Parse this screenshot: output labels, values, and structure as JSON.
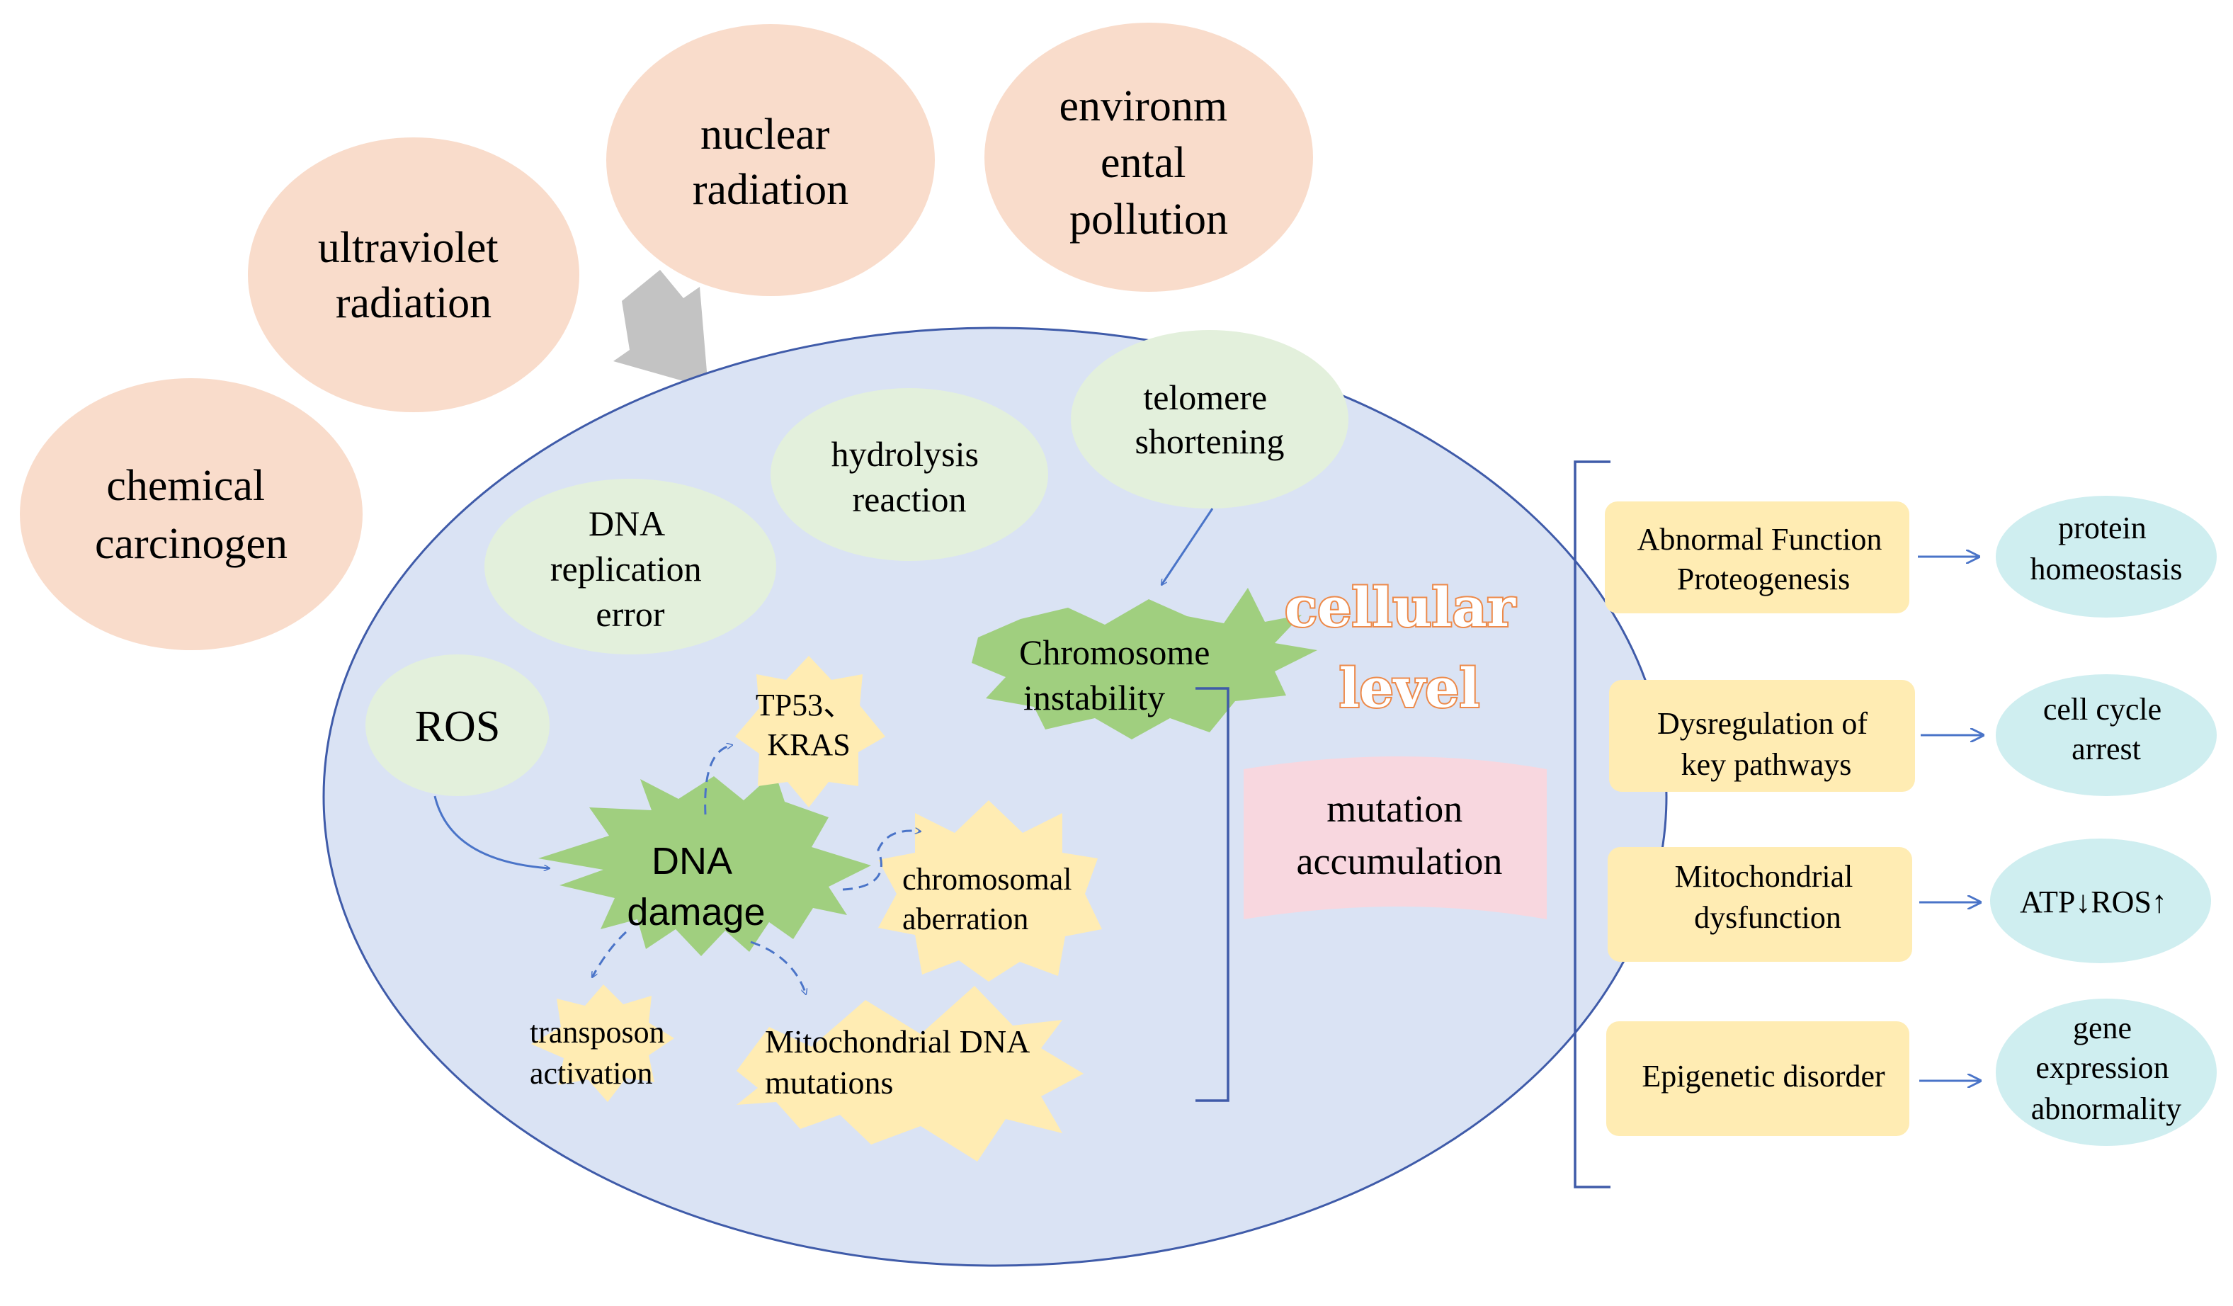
{
  "external_factors": {
    "chemical": [
      "chemical",
      "carcinogen"
    ],
    "ultraviolet": [
      "ultraviolet",
      "radiation"
    ],
    "nuclear": [
      "nuclear",
      "radiation"
    ],
    "environmental": [
      "environm",
      "ental",
      "pollution"
    ]
  },
  "cell": {
    "sources": {
      "dna_replication": [
        "DNA",
        "replication",
        "error"
      ],
      "hydrolysis": [
        "hydrolysis",
        "reaction"
      ],
      "telomere": [
        "telomere",
        "shortening"
      ],
      "ros": "ROS"
    },
    "chromosome_instability": [
      "Chromosome",
      "instability"
    ],
    "dna_damage": [
      "DNA",
      "damage"
    ],
    "consequences": {
      "tp53_kras": [
        "TP53、",
        "KRAS"
      ],
      "chromosomal_aberration": [
        "chromosomal",
        "aberration"
      ],
      "transposon_activation": [
        "transposon",
        "activation"
      ],
      "mitochondrial_dna_mutations": [
        "Mitochondrial DNA",
        "mutations"
      ]
    },
    "level_label": [
      "cellular",
      "level"
    ],
    "mutation_accumulation": [
      "mutation",
      "accumulation"
    ],
    "outcomes": [
      {
        "cause": [
          "Abnormal Function",
          "Proteogenesis"
        ],
        "effect": [
          "protein",
          "homeostasis"
        ]
      },
      {
        "cause": [
          "Dysregulation of",
          "key pathways"
        ],
        "effect": [
          "cell cycle",
          "arrest"
        ]
      },
      {
        "cause": [
          "Mitochondrial",
          "dysfunction"
        ],
        "effect": [
          "ATP↓ROS↑"
        ]
      },
      {
        "cause": [
          "Epigenetic disorder"
        ],
        "effect": [
          "gene",
          "expression",
          "abnormality"
        ]
      }
    ]
  },
  "colors": {
    "external_fill": "#f9dccb",
    "cell_fill": "#dae3f4",
    "cell_stroke": "#3f5ba9",
    "source_fill": "#e3f0dc",
    "burst_fill": "#a0cf7f",
    "star_fill": "#ffecb3",
    "box_fill": "#ffecb3",
    "effect_fill": "#cfeef0",
    "mutation_fill": "#f8d7df",
    "arrow_blue": "#4a74c8",
    "gray_arrow": "#c3c3c3",
    "cellular_text": "#ed8a4a"
  }
}
